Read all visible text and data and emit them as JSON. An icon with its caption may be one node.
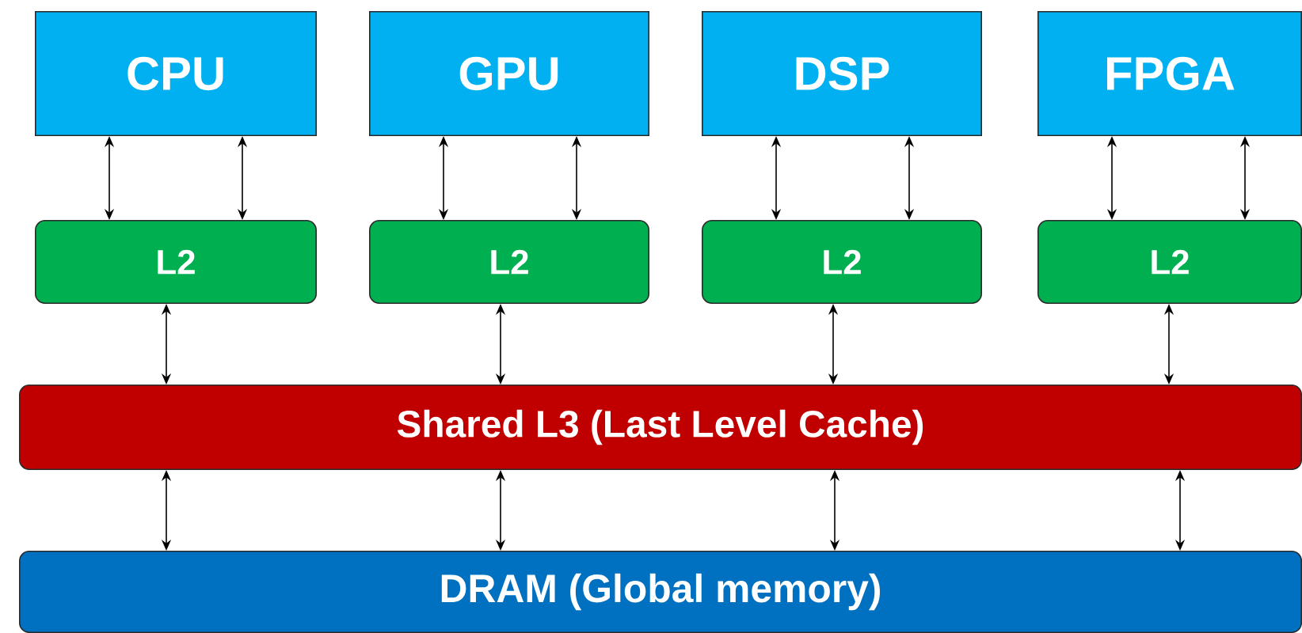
{
  "diagram": {
    "nodes": [
      {
        "text": [
          "CPU"
        ]
      },
      {
        "text": [
          "GPU"
        ]
      },
      {
        "text": [
          "DSP"
        ]
      },
      {
        "text": [
          "FPGA"
        ]
      },
      {
        "text": [
          "L2"
        ]
      },
      {
        "text": [
          "L2"
        ]
      },
      {
        "text": [
          "L2"
        ]
      },
      {
        "text": [
          "L2"
        ]
      },
      {
        "text": [
          "Shared L3 (Last Level Cache)"
        ]
      },
      {
        "text": [
          "DRAM (Global memory)"
        ]
      }
    ],
    "edges": [
      {
        "from": 0,
        "to": 4,
        "arrow": "both"
      },
      {
        "from": 0,
        "to": 4,
        "arrow": "both"
      },
      {
        "from": 1,
        "to": 5,
        "arrow": "both"
      },
      {
        "from": 1,
        "to": 5,
        "arrow": "both"
      },
      {
        "from": 2,
        "to": 6,
        "arrow": "both"
      },
      {
        "from": 2,
        "to": 6,
        "arrow": "both"
      },
      {
        "from": 3,
        "to": 7,
        "arrow": "both"
      },
      {
        "from": 3,
        "to": 7,
        "arrow": "both"
      },
      {
        "from": 4,
        "to": 8,
        "arrow": "both"
      },
      {
        "from": 5,
        "to": 8,
        "arrow": "both"
      },
      {
        "from": 6,
        "to": 8,
        "arrow": "both"
      },
      {
        "from": 7,
        "to": 8,
        "arrow": "both"
      },
      {
        "from": 8,
        "to": 9,
        "arrow": "both"
      },
      {
        "from": 8,
        "to": 9,
        "arrow": "both"
      },
      {
        "from": 8,
        "to": 9,
        "arrow": "both"
      },
      {
        "from": 8,
        "to": 9,
        "arrow": "both"
      }
    ]
  }
}
